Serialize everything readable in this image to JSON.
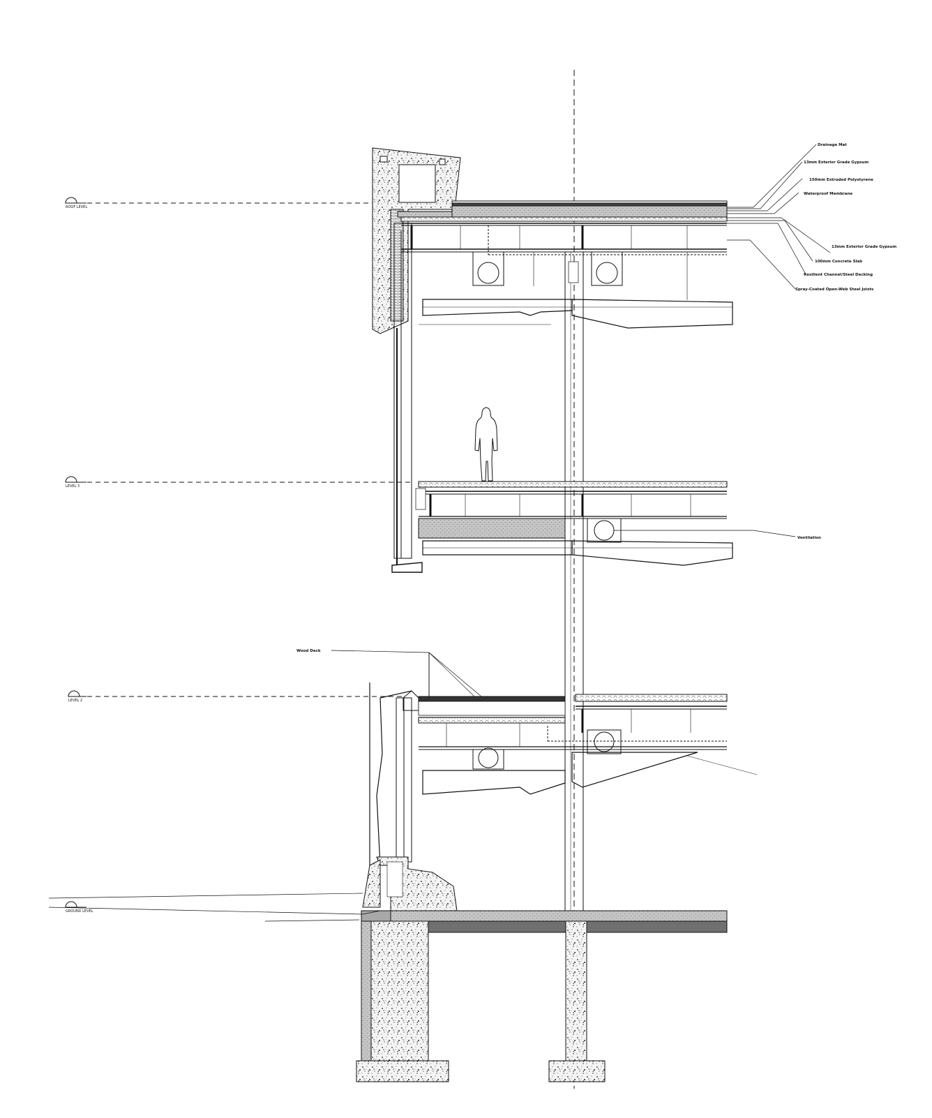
{
  "annotations": {
    "drainage_mat": "Drainage Mat",
    "gypsum_top": "13mm Exterior Grade Gypsum",
    "polystyrene": "150mm Extruded Polystyrene",
    "membrane": "Waterproof Membrane",
    "gypsum_bottom": "13mm Exterior Grade Gypsum",
    "concrete_slab": "100mm Concrete Slab",
    "channel_decking": "Resilient Channel/Steel Decking",
    "joists": "Spray-Coated Open-Web Steel Joists",
    "ventilation": "Ventilation",
    "wood_deck": "Wood Deck"
  },
  "levels": {
    "roof": "ROOF LEVEL",
    "level3": "LEVEL 3",
    "level2": "LEVEL 2",
    "ground": "GROUND LEVEL"
  },
  "colors": {
    "line": "#111111",
    "slab_gray": "#b8b8b8",
    "dark_gray": "#707070",
    "concrete": "#ededed"
  }
}
